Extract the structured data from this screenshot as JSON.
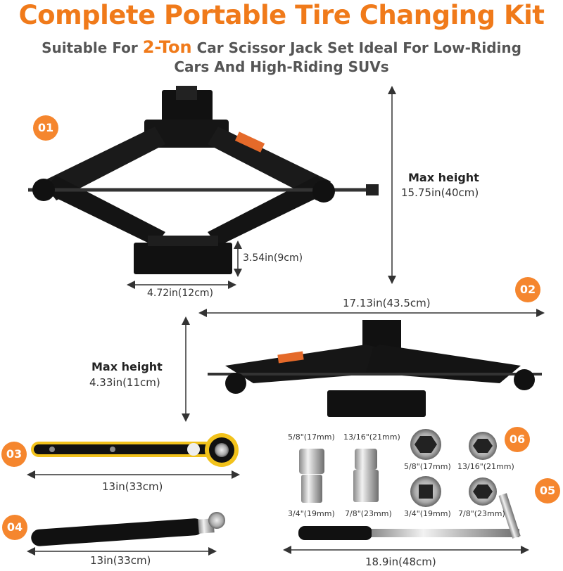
{
  "header": {
    "title": "Complete Portable Tire Changing Kit",
    "subtitle_prefix": "Suitable For ",
    "subtitle_highlight": "2-Ton",
    "subtitle_suffix": " Car Scissor Jack Set Ideal For Low-Riding",
    "subtitle_line2": "Cars And High-Riding SUVs"
  },
  "colors": {
    "accent": "#f07a1a",
    "badge": "#f5862e",
    "jack": "#111111",
    "wrench_yellow": "#f2c21b"
  },
  "items": [
    {
      "badge": "01",
      "max_height_label": "Max height",
      "max_height_value": "15.75in(40cm)",
      "base_height": "3.54in(9cm)",
      "base_width": "4.72in(12cm)"
    },
    {
      "badge": "02",
      "length": "17.13in(43.5cm)",
      "max_height_label": "Max height",
      "max_height_value": "4.33in(11cm)"
    },
    {
      "badge": "03",
      "length": "13in(33cm)"
    },
    {
      "badge": "04",
      "length": "13in(33cm)"
    },
    {
      "badge": "05",
      "length": "18.9in(48cm)"
    },
    {
      "badge": "06",
      "sockets_side": [
        {
          "top": "5/8\"(17mm)",
          "bottom": "3/4\"(19mm)"
        },
        {
          "top": "13/16\"(21mm)",
          "bottom": "7/8\"(23mm)"
        }
      ],
      "sockets_top": [
        "5/8\"(17mm)",
        "13/16\"(21mm)",
        "3/4\"(19mm)",
        "7/8\"(23mm)"
      ]
    }
  ]
}
